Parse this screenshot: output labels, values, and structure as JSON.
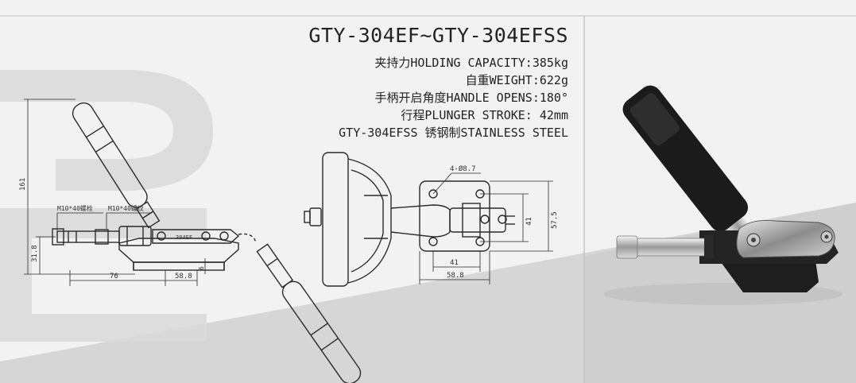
{
  "specs": {
    "title": "GTY-304EF~GTY-304EFSS",
    "holding": "夹持力HOLDING CAPACITY:385kg",
    "weight": "自重WEIGHT:622g",
    "handle": "手柄开启角度HANDLE OPENS:180°",
    "stroke": "行程PLUNGER STROKE: 42mm",
    "material": "GTY-304EFSS  锈钢制STAINLESS STEEL"
  },
  "drawing": {
    "dim_height": "161",
    "dim_base": "31.8",
    "dim_left": "76",
    "dim_mid": "58.8",
    "dim_small": "6",
    "label_bolt": "M10*40螺栓",
    "label_thread": "M10*40螺纹",
    "body_mark": "304EF",
    "hole_note": "4-Ø8.7",
    "dim_hole_spacing_v": "41",
    "dim_plate_height": "57.5",
    "dim_hole_spacing_h": "41",
    "dim_plate_width": "58.8"
  },
  "colors": {
    "background": "#f2f2f2",
    "stripe": "#d4d4d4",
    "line": "#2a2a2a",
    "photo_dark": "#1b1b1b"
  }
}
